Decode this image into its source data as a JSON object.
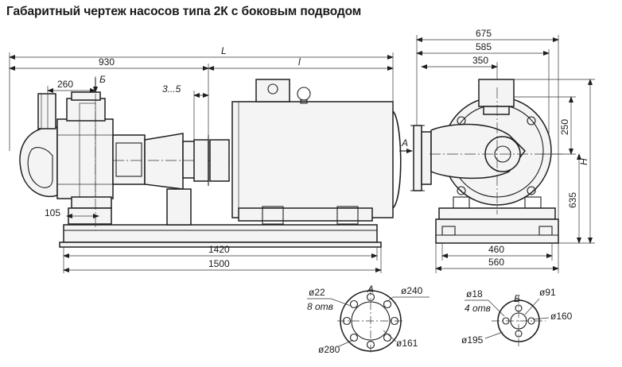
{
  "title": "Габаритный чертеж насосов типа 2К с боковым подводом",
  "side_view": {
    "dim_L": "L",
    "dim_l": "l",
    "dim_930": "930",
    "dim_260": "260",
    "label_B": "Б",
    "dim_3_5": "3...5",
    "label_A": "А",
    "dim_105": "105",
    "dim_1420": "1420",
    "dim_1500": "1500"
  },
  "end_view": {
    "dim_675": "675",
    "dim_585": "585",
    "dim_350": "350",
    "dim_250": "250",
    "dim_H": "H",
    "dim_635": "635",
    "dim_460": "460",
    "dim_560": "560"
  },
  "flange_A": {
    "label": "А",
    "holes_dia": "ø22",
    "holes_count": "8 отв",
    "outer_dia": "ø240",
    "bolt_circle": "ø280",
    "bore_dia": "ø161"
  },
  "flange_B": {
    "label": "Б",
    "holes_dia": "ø18",
    "holes_count": "4 отв",
    "inner_dia": "ø91",
    "bolt_circle": "ø160",
    "outer_dia": "ø195"
  }
}
